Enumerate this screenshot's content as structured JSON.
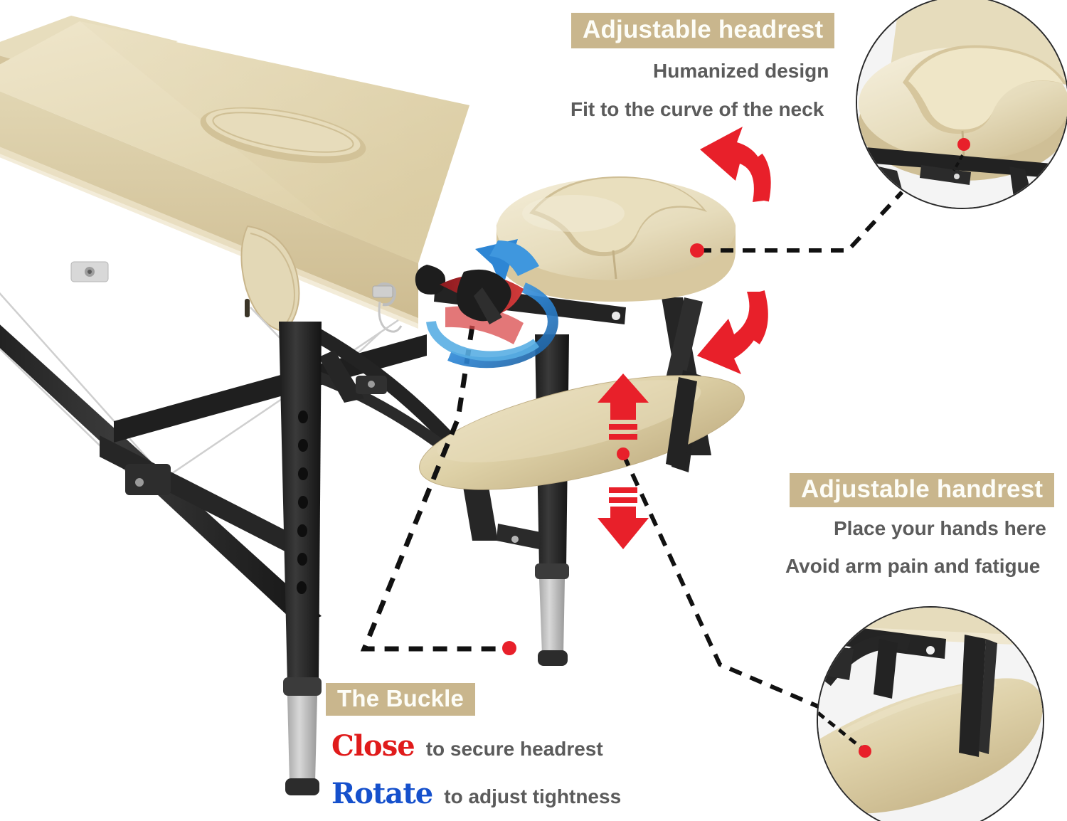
{
  "meta": {
    "product": "Portable folding massage table",
    "background_color": "#ffffff",
    "banner_color": "#c9b68d",
    "banner_text_color": "#fdfdf7",
    "body_text_color": "#5b5b5b",
    "accent_red": "#e01b1b",
    "accent_blue": "#1550cc",
    "rotation_arrow_blue": "#2e86d4",
    "cushion_color": "#ded0a8",
    "cushion_light": "#efe6cb",
    "frame_color": "#2b2b2b"
  },
  "callouts": {
    "headrest": {
      "title": "Adjustable headrest",
      "lines": [
        "Humanized design",
        "Fit to the curve of the neck"
      ]
    },
    "handrest": {
      "title": "Adjustable handrest",
      "lines": [
        "Place your hands here",
        "Avoid arm pain and fatigue"
      ]
    },
    "buckle": {
      "title": "The Buckle",
      "rows": [
        {
          "keyword": "Close",
          "keyword_color": "#e01b1b",
          "text": "to secure headrest"
        },
        {
          "keyword": "Rotate",
          "keyword_color": "#1550cc",
          "text": "to adjust tightness"
        }
      ]
    }
  },
  "insets": {
    "headrest_detail": {
      "label": "headrest-closeup",
      "marker": "red-dot"
    },
    "handrest_detail": {
      "label": "handrest-closeup",
      "marker": "red-dot"
    }
  },
  "indicators": {
    "rotation": {
      "label": "rotate-buckle-indicator",
      "colors": [
        "#2e86d4",
        "#c0202a"
      ]
    },
    "height_up": {
      "label": "handrest-raise-arrow",
      "color": "#e8202a"
    },
    "height_down": {
      "label": "handrest-lower-arrow",
      "color": "#e8202a"
    },
    "curved_arrow_up": {
      "label": "headrest-tilt-up-arrow",
      "color": "#e8202a"
    },
    "curved_arrow_down": {
      "label": "headrest-tilt-down-arrow",
      "color": "#e8202a"
    }
  }
}
